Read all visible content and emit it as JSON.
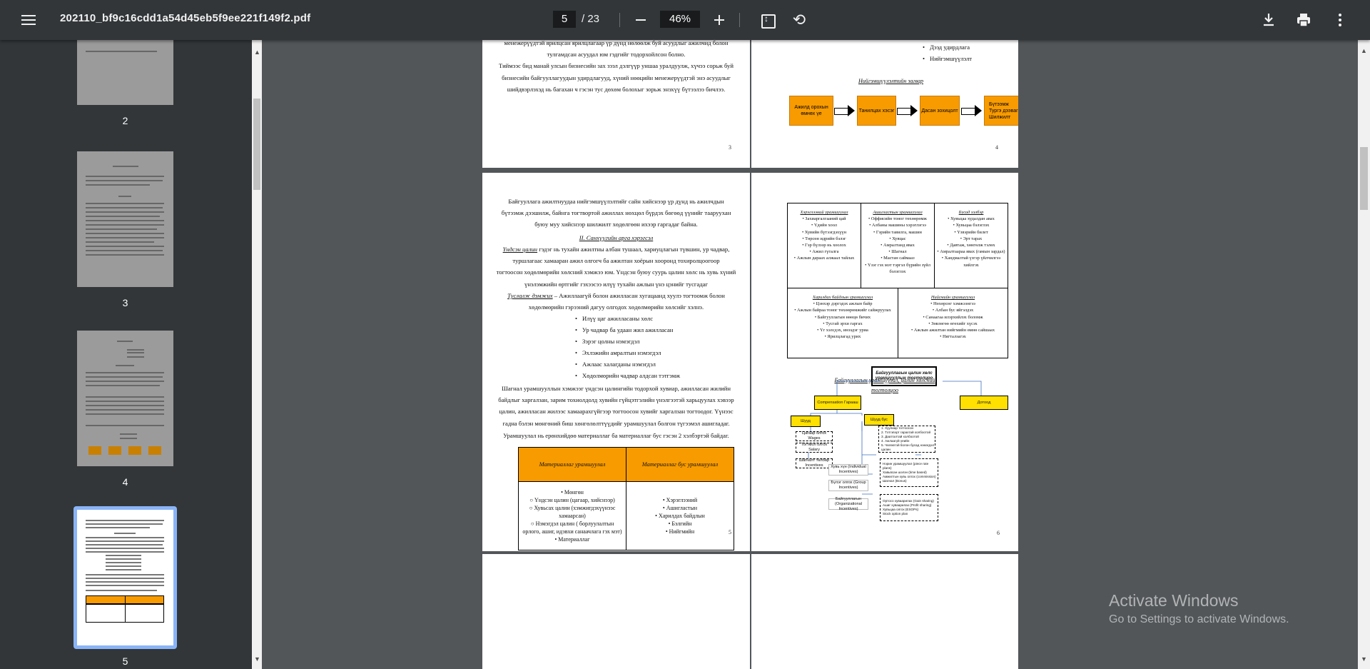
{
  "toolbar": {
    "title": "202110_bf9c16cdd1a54d45eb5f9ee221f149f2.pdf",
    "current_page": "5",
    "total_pages": "/ 23",
    "zoom": "46%"
  },
  "thumbnails": [
    {
      "num": "2"
    },
    {
      "num": "3"
    },
    {
      "num": "4"
    },
    {
      "num": "5"
    }
  ],
  "page3": {
    "lines": [
      "менежерүүдтэй ярилцсан ярилцлагаар үр дүнд нөлөөлж буй асуудлыг ажилчид болон",
      "тулгамдсан асуудал юм гэдгийг тодорхойлсон болно.",
      "Тиймээс бид манай улсын бизнесийн зах зээл дэлгүүр уншаа уралдуулж, хүчээ сорьж буй",
      "бизнесийн байгууллагуудын удирдлагууд, хүний нөөцийн менежерүүдтэй энэ асуудлыг",
      "шийдвэрлэхэд нь багахан ч гэсэн тус дөхөм болохыг зорьж энэхүү бүтээлээ бичлээ."
    ],
    "num": "3"
  },
  "page4": {
    "bullets": [
      "Дээд удирдлага",
      "Нийгэмшүүлэлт"
    ],
    "heading": "Нийгэмшүүлэлтийн загвар",
    "flow": [
      "Ажилд орохын өмнөх үе",
      "Танилцах хэсэг",
      "Дасан зохицолт"
    ],
    "flow_last": [
      "Бүтээмж",
      "Тургэ дээвагвар",
      "Шилжилт"
    ],
    "num": "4"
  },
  "page5": {
    "intro": [
      "Байгууллага ажилтнуудаа нийгэмшүүлэлтийг сайн хийснээр үр дүнд нь ажилчдын",
      "бүтээмж дээшилж, байнга тогтвортой ажиллах нөхцөл бүрдэх бөгөөд үүнийг тааруухан",
      "буюу муу хийснээр шилжилт хөдөлгөөн ихээр гаргадаг байна."
    ],
    "section_title": "II. Санхүүгийн арга хэрэгсэл",
    "para1_term": "Үндсэн цалин",
    "para1": [
      " гэдэг нь тухайн ажилтны албан тушаал, хариуцлагын түвшин, ур чадвар,",
      "туршлагаас хамааран ажил олгогч ба ажилтан хоёрын хооронд тохиролцоогоор",
      "тогтоосон хөдөлмөрийн хөлсний хэмжээ юм. Үндсэн буюу суурь цалин хөлс нь хувь хүний",
      "үнэлэмжийн өртгийг гэхээсээ илүү тухайн ажлын үнэ цэнийг тусгадаг"
    ],
    "para2_term": "Туслалж дэмжих",
    "para2": [
      " – Ажиллаагүй болон ажилласан хугацаанд хуулэ тогтоомж болон",
      "хөдөлмөрийн гэрээний дагуу олгодох хөдөлмөрийн хөлсийг хэлнэ."
    ],
    "bullets": [
      "Илүү цаг ажилласаны хөлс",
      "Ур чадвар ба удаан жил ажилласан",
      "Зэрэг цолны нэмэгдэл",
      "Эхлэжийн амралтын нэмэгдэл",
      "Ажлаас халагданы нэмэгдэл",
      "Хөдөлмөрийн чадвар алдсан тэтгэмж"
    ],
    "para3": [
      "Шагнал урамшууллын хэмжээг үндсэн цалингийн тодорхой хувиар, ажилласан жилийн",
      "байдлыг харгалзан, зарим тохиолдолд хувийн гүйцэтгэлийн үнэлгээтэй харьцуулах хэвээр",
      "цалин, ажилласан жилээс хамаарахгүйгээр тогтоосон хувийг харгалзан тогтоодог. Үүнээс",
      "гадна бэлэн мөнгөний биш хөнгөлөлттүүдийг урамшуулал болгон түгээмэл ашигладаг."
    ],
    "para4": "Урамшуулал нь ерөнхийдөө материаллаг ба материаллаг бус гэсэн 2 хэлбэртэй байдаг.",
    "table": {
      "headers": [
        "Материаллаг урамшуулал",
        "Материаллаг бус урамшуулал"
      ],
      "col1": [
        "• Мөнгөн",
        "○ Үндсэн цалин (цагаар, хийснээр)",
        "○ Хувьсах цалин (хэмжигдэхүүнээс хамаарсан)",
        "○ Нэмэгдэл цалин ( борлуулалтын орлого, ашиг, идэвхи санаачлага гэх мэт)",
        "• Материаллаг"
      ],
      "col2": [
        "• Хэрэглээний",
        "• Ашигластын",
        "• Харилдах байдлын",
        "• Бэлгийн",
        "• Нийгмийн"
      ]
    },
    "num": "5"
  },
  "page6": {
    "grid_top": [
      {
        "h": "Хэрэглээний урамшуулал",
        "items": [
          "• Захиаргалгааний цай",
          "• Үдийн хоол",
          "• Хувийн бүтээгдэхүүн",
          "• Төрсөн идрийн бэлэг",
          "• Гэр бүлээр нь хоолох",
          "• Ажил гүгалга",
          "• Ажлын дараах алжаал тайлах"
        ]
      },
      {
        "h": "Ашигластын урамшуулал",
        "items": [
          "• Оффисийн тоног төхөөрөмж",
          "• Албаны машины хэрэглэгээ",
          "• Гэрийн тавилга, машин",
          "• Хувцас",
          "• Амралтанд явах",
          "• Шагнал",
          "• Мастан саймааз",
          "• Үзэг гэх мэт тэргэл бүрийн зүйл бэлэглэх"
        ]
      },
      {
        "h": "Бусад хэлбэр",
        "items": [
          "• Хувьцаа худалдан авах",
          "• Хувьцаа бэлэглэх",
          "• Үзвэрийн билет",
          "• Эрт тарах",
          "• Давтаж, хөнгөлж тэлөх",
          "• Амралтаараа явах (гамын зардал)",
          "• Хандмалтай үзгэр үйлчилгээ хийлгэх"
        ]
      }
    ],
    "grid_bottom": [
      {
        "h": "Харилдах байдлын урамшуулал",
        "items": [
          "• Цэнхэр дэргэдэх ажлын байр",
          "• Ажлын байраа тоног төхөөрөмжийг сайжруулах",
          "• Байгууллагын нөөцө бичих",
          "• Тусгай эрхи гаргах",
          "• Үг хэлсдэх, инээдэг уриа",
          "• Ярилцлагад урих"
        ]
      },
      {
        "h": "Нийгмийн урамшуулал",
        "items": [
          "• Нөхөрсөг хэмжээнгээ",
          "• Албан бус яйгэлдэх",
          "• Санаагаа илэрхийлэх боломж",
          "• Зөвлөгөө өгөхийг хүсэх",
          "• Ажлын ажилтан нийгмийн өмнө сайшаах",
          "• Нягталзагэх"
        ]
      }
    ],
    "org_title": [
      "Байгууллагын урамшуулал, цалин хөлсний",
      "тогтолцоо"
    ],
    "org_root": "Байгууллагын цалин хөлс урамшууллын тогтолцоо",
    "org_comp": "Compensation Гарааш",
    "org_dotoo": "Дотоод",
    "org_shuud": "Шууд",
    "org_shuud_bus": "Шууд бус",
    "org_a": "Цагаар олгох Wages",
    "org_b": "Тогтмол олгох Salary",
    "org_c": "Шагналт төлбөр Incentives",
    "org_d": "1. Хуулиар тогтоосон\n2. Тэтгэвэрт гарахтай холбоотой\n3. Даатгалтай холбоотой\n4. Ажлаагүй үеийн\n5. Чөлөөтэй болон бусад нэмэгдэл цалин",
    "org_e": "Хувь хүн (Individual Incentives)",
    "org_f": "Бүлэг олгох (Group Incentives)",
    "org_g": "Байгууллагын (Organizational Incentives)",
    "org_h": "Нэрин урамшуулал (piece rate plans)\nХавьвсан шэлэн (time based)\nАмжилтын хувь олгох (commission)\nШагнал (Bonus)",
    "org_i": "Ортосо хуваарилах (Gain sharing)\nАшиг хуваарилах (Profit sharing)\nХувьцаа олгох (ESOPs)\nStock option plan",
    "num": "6"
  },
  "watermark": {
    "line1": "Activate Windows",
    "line2": "Go to Settings to activate Windows."
  }
}
